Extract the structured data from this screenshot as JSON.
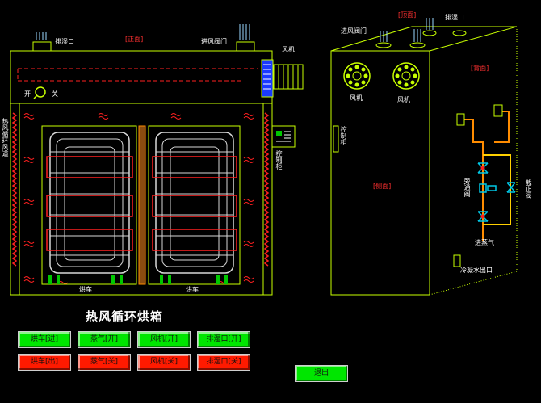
{
  "title": "热风循环烘箱",
  "labels": {
    "front_face": "[正面]",
    "top_face": "[顶面]",
    "back_face": "[背面]",
    "side_face": "[侧面]",
    "exhaust_front": "排湿口",
    "fresh_air_front": "进风阀门",
    "fan_front": "风机",
    "fresh_air_top": "进风阀门",
    "exhaust_top": "排湿口",
    "fan_a": "风机",
    "fan_b": "风机",
    "open": "开",
    "close": "关",
    "cart_left": "烘车",
    "cart_right": "烘车",
    "air_duct": "热风循环风道",
    "control_cabinet_front": "控制柜",
    "control_cabinet_side": "控制柜",
    "bypass_valve": "旁通阀",
    "steam_valve": "截止阀",
    "steam_inlet": "进蒸气",
    "condensate_outlet": "冷凝水出口"
  },
  "buttons": {
    "row1": [
      "烘车[进]",
      "蒸气[开]",
      "风机[开]",
      "排湿口[开]"
    ],
    "row2": [
      "烘车[出]",
      "蒸气[关]",
      "风机[关]",
      "排湿口[关]"
    ],
    "exit": "退出"
  },
  "colors": {
    "frame": "#c8ff00",
    "heater": "#ff2020",
    "button_on": "#00e600",
    "button_off": "#ff1a00",
    "pipe": "#ff8c00",
    "valve": "#00c8e6"
  }
}
